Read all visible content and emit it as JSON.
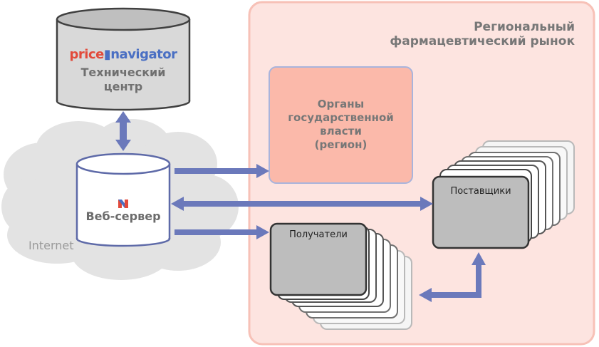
{
  "tech_center": {
    "logo_price": "price",
    "logo_navigator": "navigator",
    "label_line1": "Технический",
    "label_line2": "центр"
  },
  "region": {
    "title_line1": "Региональный",
    "title_line2": "фармацевтический рынок"
  },
  "authorities": {
    "line1": "Органы",
    "line2": "государственной",
    "line3": "власти",
    "line4": "(регион)"
  },
  "web_server": {
    "label": "Веб-сервер"
  },
  "internet": {
    "label": "Internet"
  },
  "suppliers": {
    "label": "Поставщики"
  },
  "recipients": {
    "label": "Получатели"
  },
  "colors": {
    "arrow": "#6b79bb",
    "region_fill": "#fde4e0",
    "region_border": "#f7c1b7",
    "authority_fill": "#fbb9aa",
    "authority_border": "#a9b4dc",
    "cloud": "#e3e3e3",
    "box_dark": "#bdbdbd",
    "logo_red": "#e24a3b",
    "logo_blue": "#4a6fc3"
  }
}
